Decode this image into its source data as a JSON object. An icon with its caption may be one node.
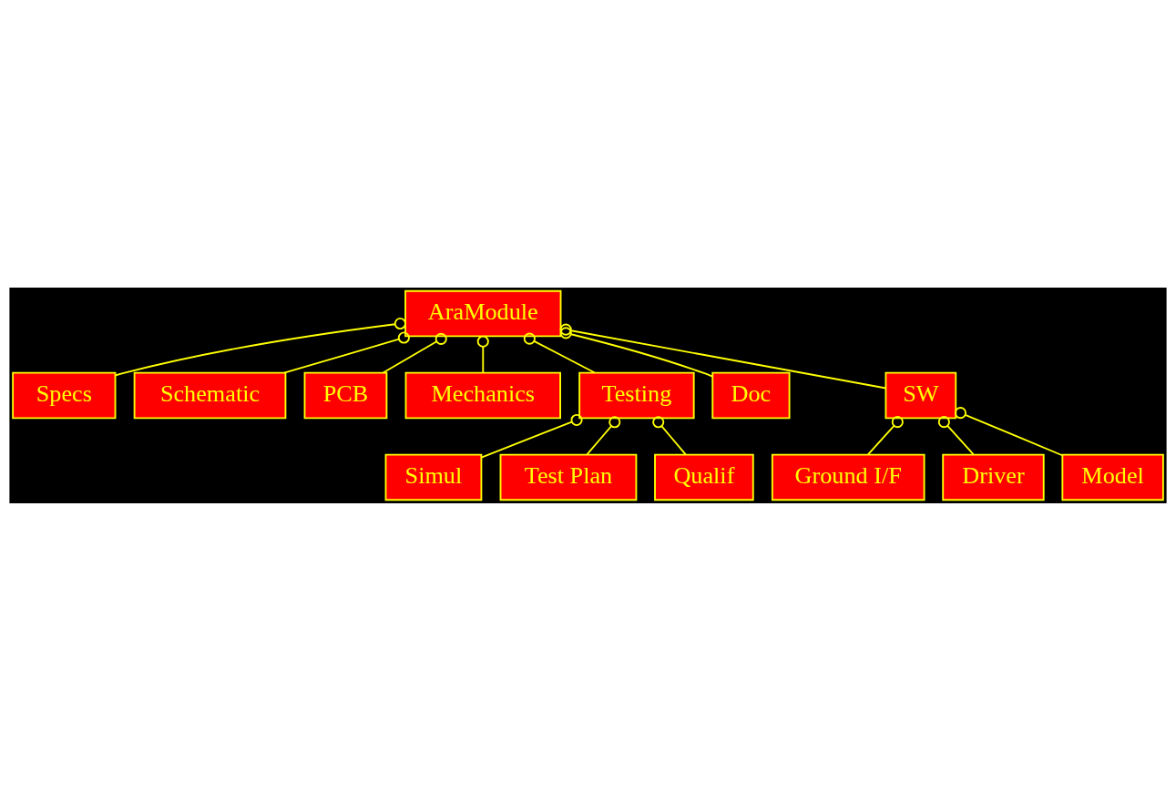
{
  "diagram": {
    "nodes": [
      {
        "text": [
          "Specs"
        ]
      },
      {
        "text": [
          "AraModule"
        ]
      },
      {
        "text": [
          "Schematic"
        ]
      },
      {
        "text": [
          "PCB"
        ]
      },
      {
        "text": [
          "Mechanics"
        ]
      },
      {
        "text": [
          "Testing"
        ]
      },
      {
        "text": [
          "Doc"
        ]
      },
      {
        "text": [
          "SW"
        ]
      },
      {
        "text": [
          "Simul"
        ]
      },
      {
        "text": [
          "Ground I/F"
        ]
      },
      {
        "text": [
          "Driver"
        ]
      },
      {
        "text": [
          "Test Plan"
        ]
      },
      {
        "text": [
          "Qualif"
        ]
      },
      {
        "text": [
          "Model"
        ]
      }
    ],
    "edges": [
      {
        "from": 1,
        "to": 0,
        "arrow": "other"
      },
      {
        "from": 1,
        "to": 2,
        "arrow": "other"
      },
      {
        "from": 1,
        "to": 3,
        "arrow": "other"
      },
      {
        "from": 1,
        "to": 5,
        "arrow": "other"
      },
      {
        "from": 1,
        "to": 6,
        "arrow": "other"
      },
      {
        "from": 1,
        "to": 7,
        "arrow": "other"
      },
      {
        "from": 1,
        "to": 4,
        "arrow": "other"
      },
      {
        "from": 5,
        "to": 8,
        "arrow": "other"
      },
      {
        "from": 5,
        "to": 11,
        "arrow": "other"
      },
      {
        "from": 5,
        "to": 12,
        "arrow": "other"
      },
      {
        "from": 7,
        "to": 9,
        "arrow": "other"
      },
      {
        "from": 7,
        "to": 13,
        "arrow": "other"
      },
      {
        "from": 7,
        "to": 10,
        "arrow": "other"
      }
    ]
  }
}
